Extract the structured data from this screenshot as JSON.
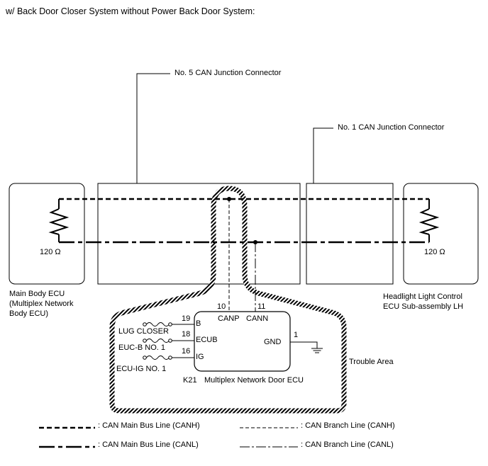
{
  "title": "w/ Back Door Closer System without Power Back Door System:",
  "connectors": {
    "no5": "No. 5 CAN Junction Connector",
    "no1": "No. 1 CAN Junction Connector"
  },
  "resistors": {
    "left": "120 Ω",
    "right": "120 Ω"
  },
  "ecus": {
    "main_body": [
      "Main Body ECU",
      "(Multiplex Network",
      "Body ECU)"
    ],
    "headlight": [
      "Headlight Light Control",
      "ECU Sub-assembly LH"
    ]
  },
  "door_ecu": {
    "connector_id": "K21",
    "name": "Multiplex Network Door ECU",
    "canp_pin": "10",
    "canp_label": "CANP",
    "cann_pin": "11",
    "cann_label": "CANN",
    "pins": [
      {
        "num": "19",
        "name": "B",
        "fuse": "LUG CLOSER"
      },
      {
        "num": "18",
        "name": "ECUB",
        "fuse": "EUC-B NO. 1"
      },
      {
        "num": "16",
        "name": "IG",
        "fuse": "ECU-IG NO. 1"
      }
    ],
    "gnd_pin": "1",
    "gnd_label": "GND"
  },
  "trouble_area": "Trouble Area",
  "legend": {
    "main_canh": ": CAN Main Bus Line (CANH)",
    "main_canl": ": CAN Main Bus Line (CANL)",
    "branch_canh": ": CAN Branch Line (CANH)",
    "branch_canl": ": CAN Branch Line (CANL)"
  },
  "colors": {
    "line": "#000000",
    "box": "#000000",
    "background": "#ffffff"
  }
}
